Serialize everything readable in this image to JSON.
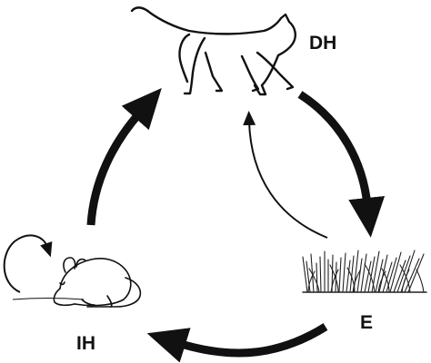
{
  "nodes": {
    "cat": {
      "label": "DH",
      "icon": "cat-icon"
    },
    "grass": {
      "label": "E",
      "icon": "grass-icon"
    },
    "mouse": {
      "label": "IH",
      "icon": "mouse-icon"
    }
  },
  "colors": {
    "ink": "#111111",
    "line": "#1a1a1a",
    "background": "#ffffff"
  }
}
